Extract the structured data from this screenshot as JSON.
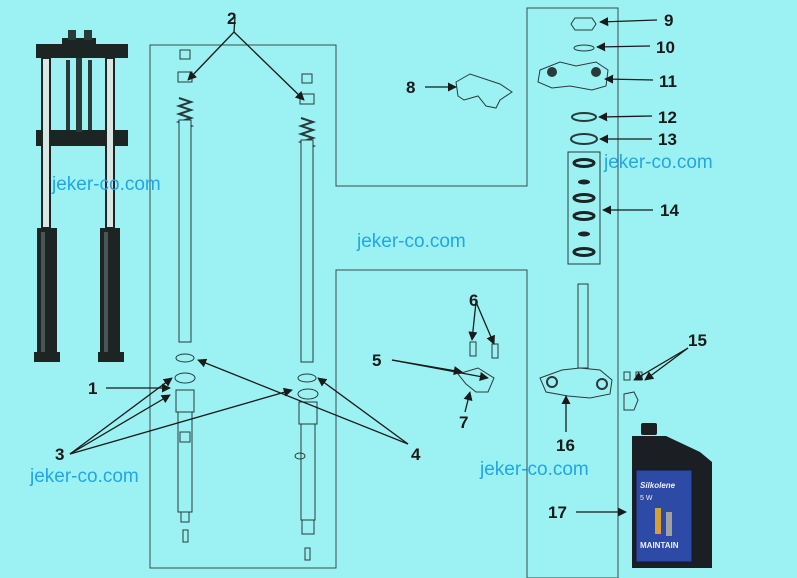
{
  "callouts": {
    "c1": "1",
    "c2": "2",
    "c3": "3",
    "c4": "4",
    "c5": "5",
    "c6": "6",
    "c7": "7",
    "c8": "8",
    "c9": "9",
    "c10": "10",
    "c11": "11",
    "c12": "12",
    "c13": "13",
    "c14": "14",
    "c15": "15",
    "c16": "16",
    "c17": "17"
  },
  "watermarks": {
    "w1": "jeker-co.com",
    "w2": "jeker-co.com",
    "w3": "jeker-co.com",
    "w4": "jeker-co.com",
    "w5": "jeker-co.com"
  },
  "oil_bottle": {
    "brand": "Silkolene",
    "grade": "5 W",
    "product": "MAINTAIN"
  },
  "colors": {
    "background": "#9cf2f2",
    "part_fill": "#a9f5f5",
    "line": "#2a3a3a",
    "dark_part": "#1c2424",
    "watermark": "#22a6e6",
    "bottle": "#1b1f24",
    "bottle_label": "#2d4aa6"
  }
}
